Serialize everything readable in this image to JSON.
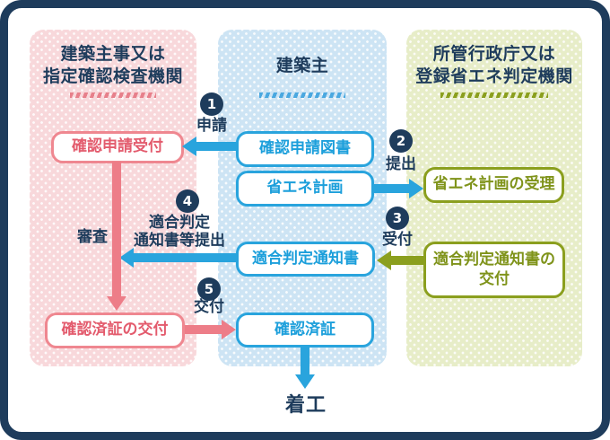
{
  "columns": {
    "examiner": {
      "title_line1": "建築主事又は",
      "title_line2": "指定確認検査機関"
    },
    "owner": {
      "title_line1": "建築主",
      "title_line2": ""
    },
    "agency": {
      "title_line1": "所管行政庁又は",
      "title_line2": "登録省エネ判定機関"
    }
  },
  "boxes": {
    "confirmation_application_reception": "確認申請受付",
    "confirmation_application_documents": "確認申請図書",
    "energy_saving_plan": "省エネ計画",
    "energy_saving_plan_acceptance": "省エネ計画の受理",
    "conformity_judgment_notice": "適合判定通知書",
    "conformity_judgment_notice_issue_line1": "適合判定通知書の",
    "conformity_judgment_notice_issue_line2": "交付",
    "confirmation_certificate_issue": "確認済証の交付",
    "confirmation_certificate": "確認済証"
  },
  "steps": [
    {
      "num": "1",
      "label": "申請"
    },
    {
      "num": "2",
      "label": "提出"
    },
    {
      "num": "3",
      "label": "受付"
    },
    {
      "num": "4",
      "label_line1": "適合判定",
      "label_line2": "通知書等提出"
    },
    {
      "num": "5",
      "label": "交付"
    }
  ],
  "side_labels": {
    "examination": "審査",
    "construction_start": "着工"
  },
  "colors": {
    "navy": "#1e3c5c",
    "pink_bg": "#f8d8db",
    "pink_border": "#ef8790",
    "pink_text": "#e35b6d",
    "pink_arrow": "#ed7d88",
    "blue_bg": "#cde4f4",
    "blue_accent": "#29a4dd",
    "blue_text": "#1c9fdb",
    "green_bg": "#e7edc8",
    "olive_accent": "#8b9f1e",
    "green_text": "#7f931a"
  }
}
